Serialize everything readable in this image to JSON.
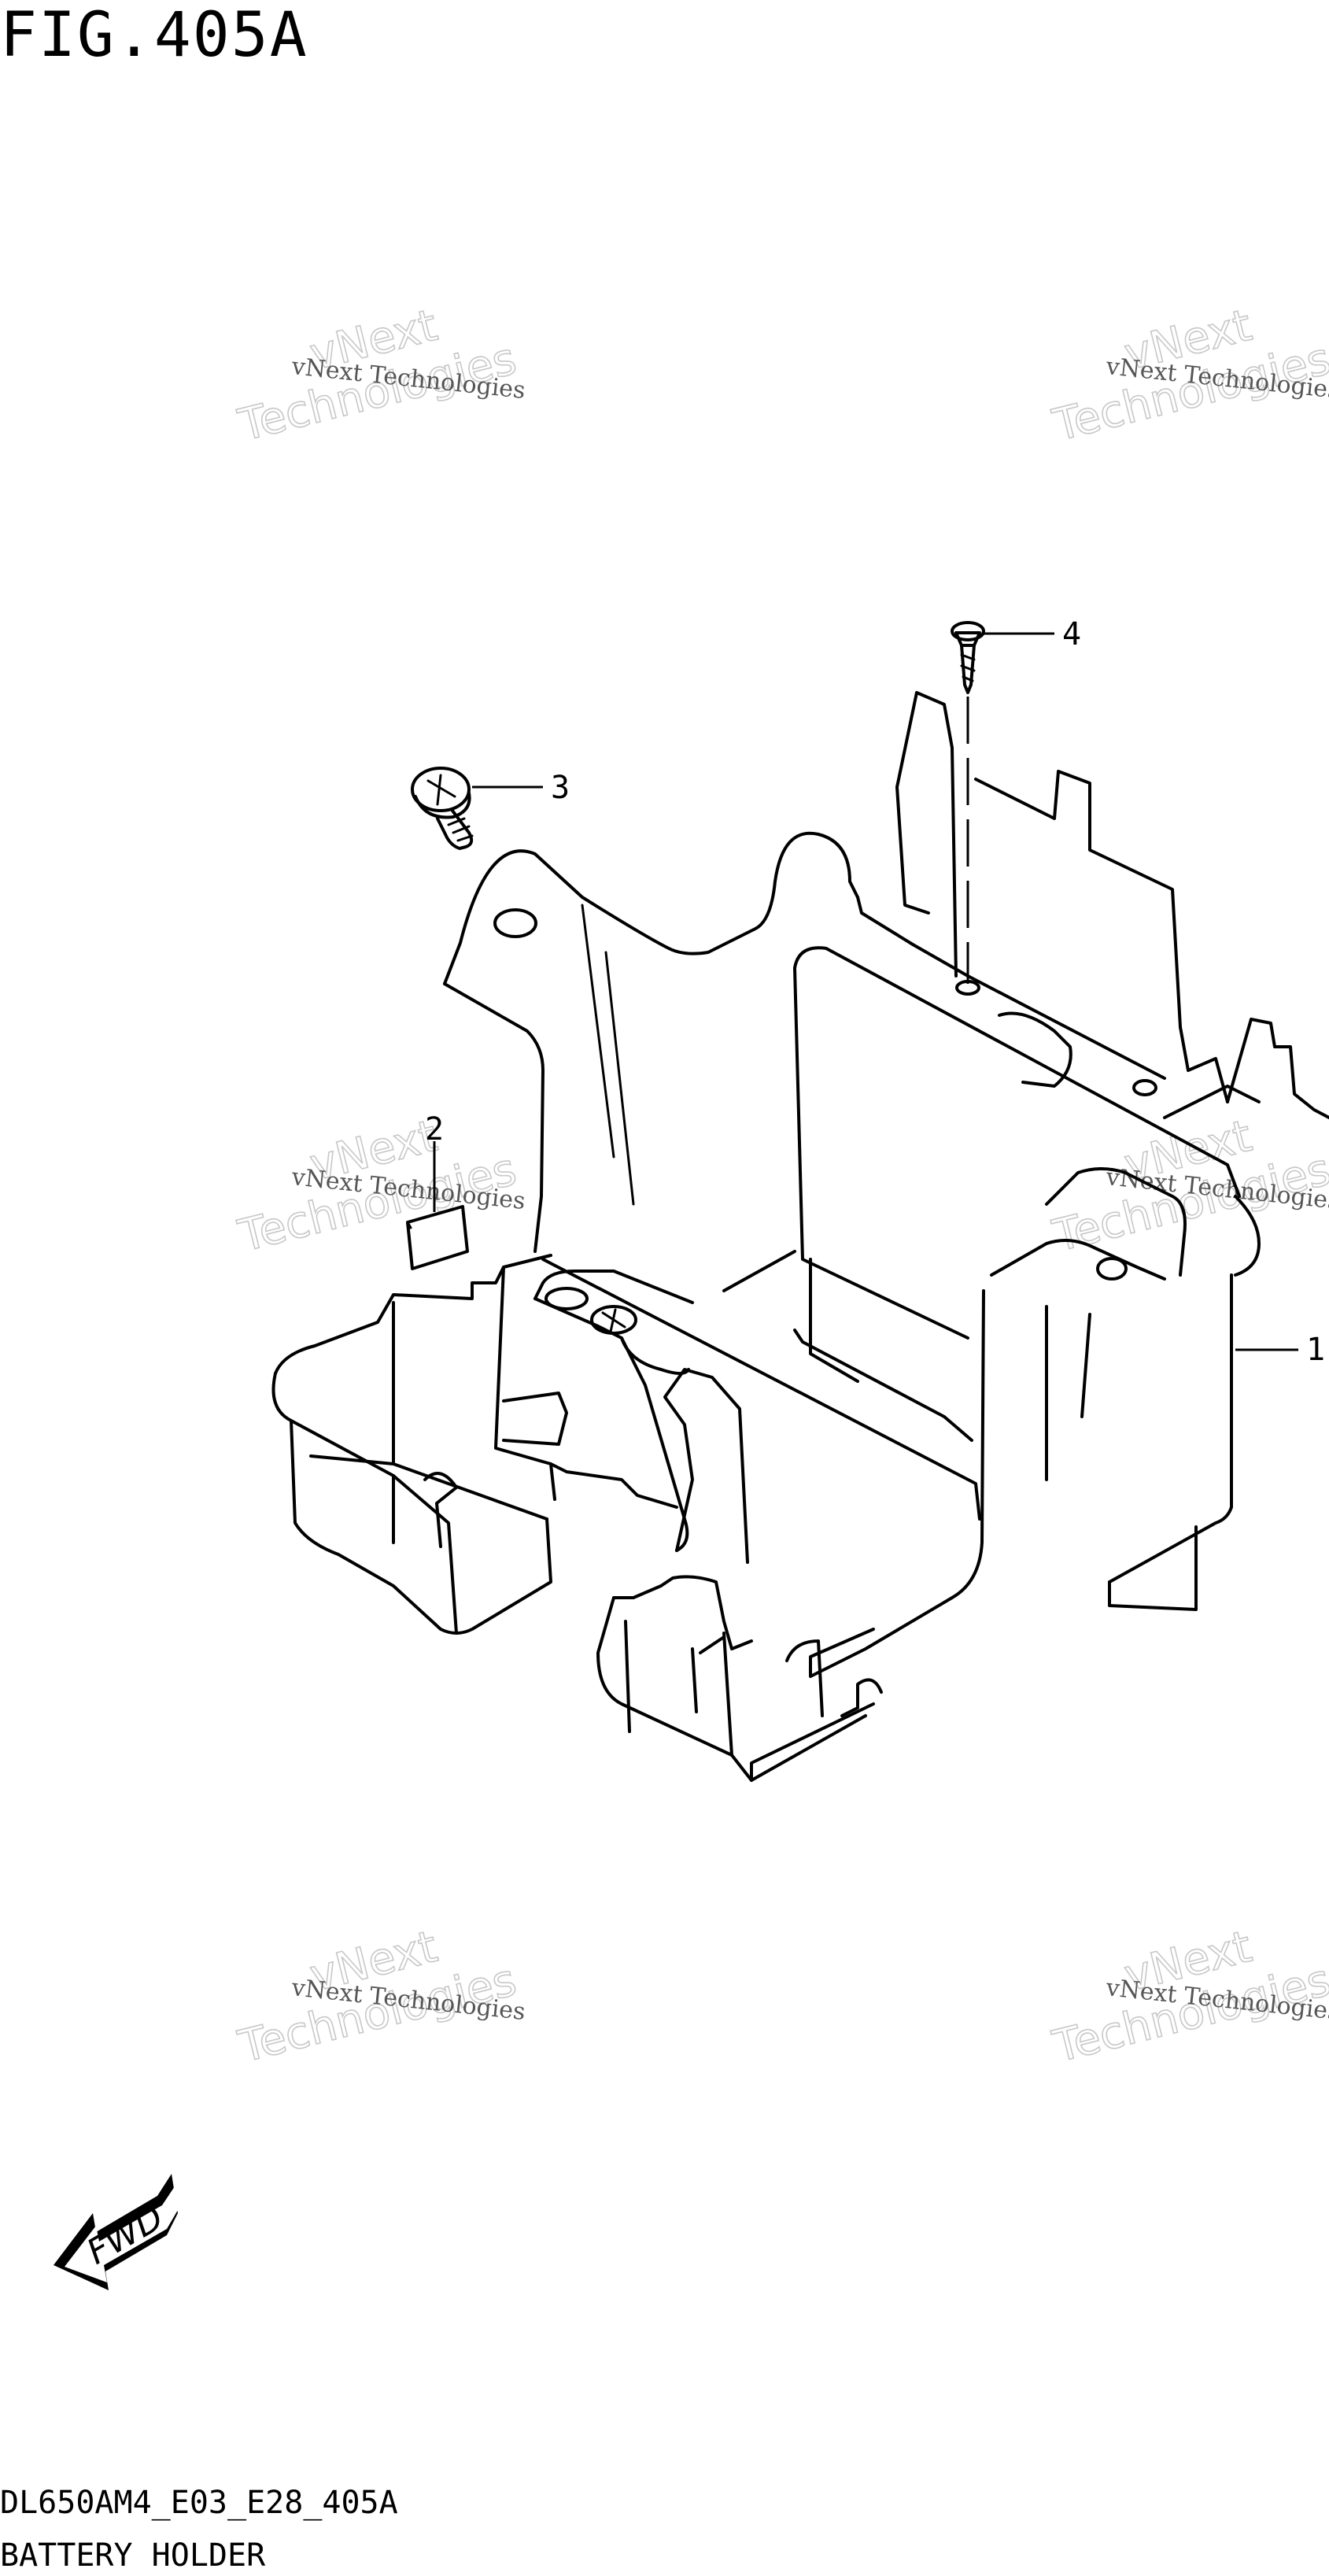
{
  "figure": {
    "title": "FIG.405A",
    "code": "DL650AM4_E03_E28_405A",
    "name": "BATTERY HOLDER"
  },
  "callouts": [
    {
      "id": "1",
      "label": "1",
      "part": "battery-holder"
    },
    {
      "id": "2",
      "label": "2",
      "part": "cushion"
    },
    {
      "id": "3",
      "label": "3",
      "part": "bolt"
    },
    {
      "id": "4",
      "label": "4",
      "part": "screw"
    }
  ],
  "watermark": {
    "line1": "vNext",
    "line2": "Technologies",
    "small": "vNext Technologies"
  },
  "direction_marker": {
    "label": "FWD",
    "icon": "fwd-arrow-icon"
  }
}
